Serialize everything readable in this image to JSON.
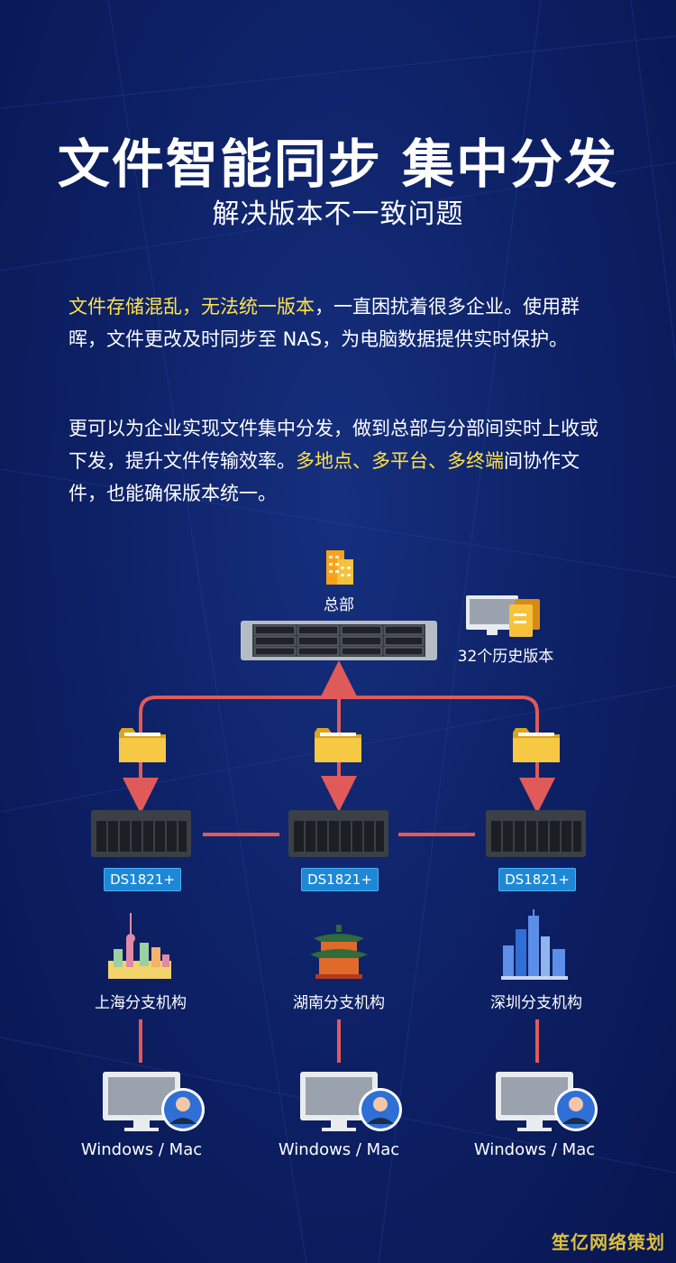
{
  "header": {
    "title": "文件智能同步 集中分发",
    "subtitle": "解决版本不一致问题"
  },
  "paragraph1": {
    "hl1": "文件存储混乱，无法统一版本",
    "text1": "，一直困扰着很多企业。使用群晖，文件更改及时同步至 NAS，为电脑数据提供实时保护。"
  },
  "paragraph2": {
    "text1": "更可以为企业实现文件集中分发，做到总部与分部间实时上收或下发，提升文件传输效率。",
    "hl1": "多地点、多平台、多终端",
    "text2": "间协作文件，也能确保版本统一。"
  },
  "diagram": {
    "hq_label": "总部",
    "history_label": "32个历史版本",
    "branches": [
      {
        "device": "DS1821+",
        "name": "上海分支机构",
        "os": "Windows / Mac"
      },
      {
        "device": "DS1821+",
        "name": "湖南分支机构",
        "os": "Windows / Mac"
      },
      {
        "device": "DS1821+",
        "name": "深圳分支机构",
        "os": "Windows / Mac"
      }
    ]
  },
  "colors": {
    "background": "#0e2268",
    "highlight": "#ffe34a",
    "connector": "#e05a5a",
    "badge": "#1e88d6",
    "folder": "#f7c843"
  },
  "watermark": "笙亿网络策划"
}
